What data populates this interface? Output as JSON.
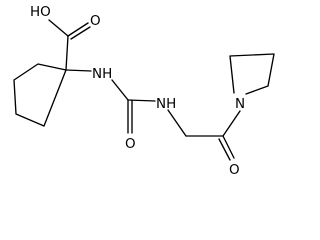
{
  "molecule": {
    "atoms": {
      "carboxyl_hydroxyl": "HO",
      "carboxyl_oxygen": "O",
      "amine_nh_left": "NH",
      "urea_oxygen": "O",
      "amine_nh_right": "NH",
      "ketone_oxygen": "O",
      "pyrrolidine_nitrogen": "N"
    }
  }
}
